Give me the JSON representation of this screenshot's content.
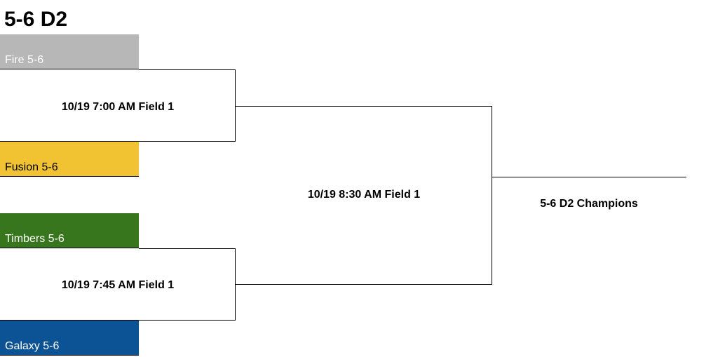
{
  "bracket": {
    "title": "5-6 D2",
    "teams": [
      {
        "name": "Fire 5-6",
        "color": "#b7b7b7",
        "text_color": "#ffffff"
      },
      {
        "name": "Fusion 5-6",
        "color": "#f1c232",
        "text_color": "#000000"
      },
      {
        "name": "Timbers 5-6",
        "color": "#38761d",
        "text_color": "#ffffff"
      },
      {
        "name": "Galaxy 5-6",
        "color": "#0b5394",
        "text_color": "#ffffff"
      }
    ],
    "matches": {
      "semi_1": "10/19 7:00 AM Field 1",
      "semi_2": "10/19 7:45 AM Field 1",
      "final": "10/19 8:30 AM Field 1"
    },
    "champion_label": "5-6 D2 Champions"
  }
}
